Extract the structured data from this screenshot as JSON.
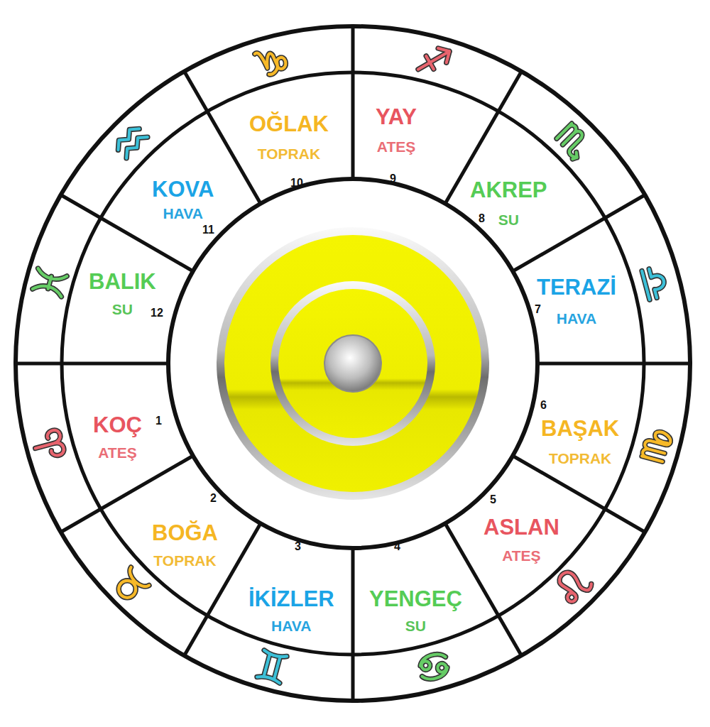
{
  "diagram": {
    "nodes": [
      {
        "text": [
          "KOÇ",
          "ATEŞ"
        ]
      },
      {
        "text": [
          "BOĞA",
          "TOPRAK"
        ]
      },
      {
        "text": [
          "İKİZLER",
          "HAVA"
        ]
      },
      {
        "text": [
          "YENGEÇ",
          "SU"
        ]
      },
      {
        "text": [
          "ASLAN",
          "ATEŞ"
        ]
      },
      {
        "text": [
          "BAŞAK",
          "TOPRAK"
        ]
      },
      {
        "text": [
          "TERAZİ",
          "HAVA"
        ]
      },
      {
        "text": [
          "AKREP",
          "SU"
        ]
      },
      {
        "text": [
          "YAY",
          "ATEŞ"
        ]
      },
      {
        "text": [
          "OĞLAK",
          "TOPRAK"
        ]
      },
      {
        "text": [
          "KOVA",
          "HAVA"
        ]
      },
      {
        "text": [
          "BALIK",
          "SU"
        ]
      }
    ],
    "labels": [
      "1",
      "2",
      "3",
      "4",
      "5",
      "6",
      "7",
      "8",
      "9",
      "10",
      "11",
      "12"
    ]
  }
}
